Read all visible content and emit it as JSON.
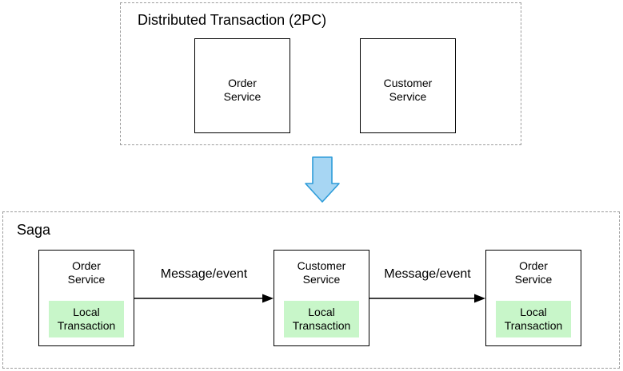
{
  "twopc_group": {
    "title": "Distributed Transaction (2PC)",
    "nodes": [
      {
        "line1": "Order",
        "line2": "Service"
      },
      {
        "line1": "Customer",
        "line2": "Service"
      }
    ]
  },
  "transform_arrow": {
    "icon": "down-arrow-icon",
    "fill": "#a7d6f3",
    "stroke": "#2e9cd9"
  },
  "saga_group": {
    "title": "Saga",
    "nodes": [
      {
        "line1": "Order",
        "line2": "Service",
        "local_line1": "Local",
        "local_line2": "Transaction"
      },
      {
        "line1": "Customer",
        "line2": "Service",
        "local_line1": "Local",
        "local_line2": "Transaction"
      },
      {
        "line1": "Order",
        "line2": "Service",
        "local_line1": "Local",
        "local_line2": "Transaction"
      }
    ],
    "edges": [
      {
        "label": "Message/event"
      },
      {
        "label": "Message/event"
      }
    ]
  },
  "colors": {
    "local_transaction_bg": "#c8f6c9",
    "node_border": "#000000",
    "group_border": "#9b9b9b",
    "message_arrow": "#000000"
  }
}
